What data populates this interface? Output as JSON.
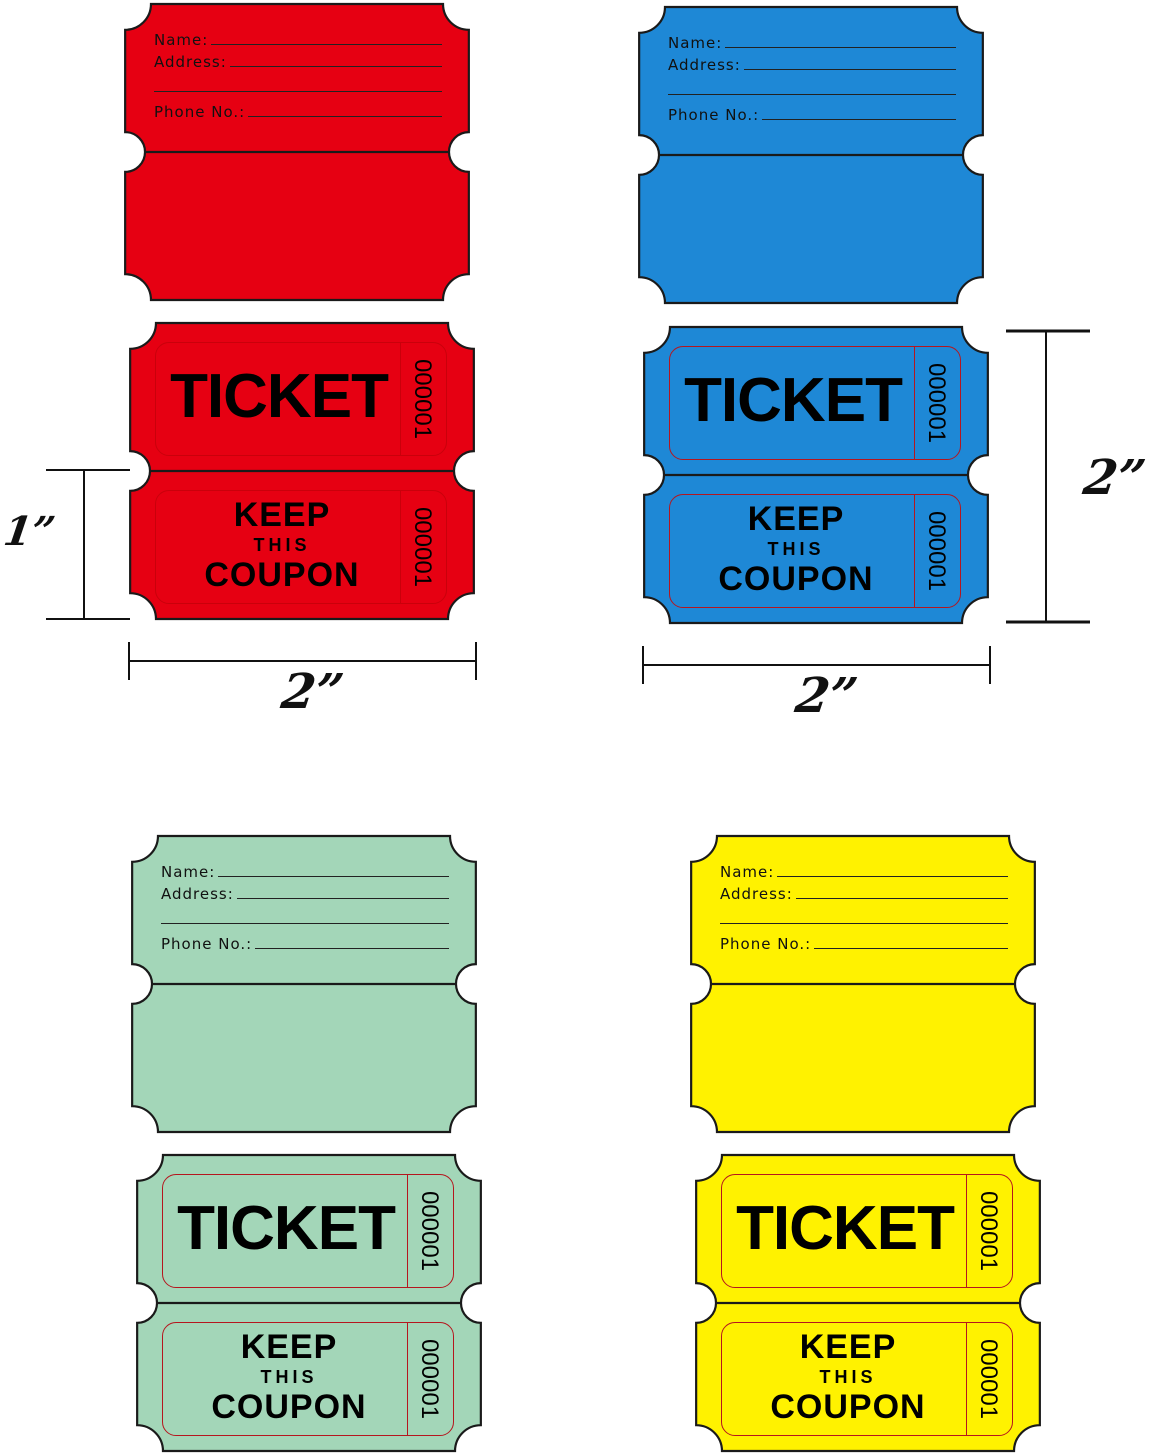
{
  "colors": {
    "red": "#e60012",
    "blue": "#1e88d6",
    "green": "#a3d6b8",
    "yellow": "#fff200",
    "outline": "#1a1a1a",
    "inner_box": "#b5161e"
  },
  "form_fields": {
    "name": "Name:",
    "address": "Address:",
    "phone": "Phone No.:"
  },
  "tickets": [
    {
      "color": "red",
      "top_label": "TICKET",
      "bottom_line1": "KEEP",
      "bottom_line2": "THIS",
      "bottom_line3": "COUPON",
      "serial_top": "000001",
      "serial_bottom": "000001"
    },
    {
      "color": "blue",
      "top_label": "TICKET",
      "bottom_line1": "KEEP",
      "bottom_line2": "THIS",
      "bottom_line3": "COUPON",
      "serial_top": "000001",
      "serial_bottom": "000001"
    },
    {
      "color": "green",
      "top_label": "TICKET",
      "bottom_line1": "KEEP",
      "bottom_line2": "THIS",
      "bottom_line3": "COUPON",
      "serial_top": "000001",
      "serial_bottom": "000001"
    },
    {
      "color": "yellow",
      "top_label": "TICKET",
      "bottom_line1": "KEEP",
      "bottom_line2": "THIS",
      "bottom_line3": "COUPON",
      "serial_top": "000001",
      "serial_bottom": "000001"
    }
  ],
  "dimensions": {
    "red_height": "1”",
    "red_width": "2”",
    "blue_width": "2”",
    "blue_height": "2”"
  }
}
